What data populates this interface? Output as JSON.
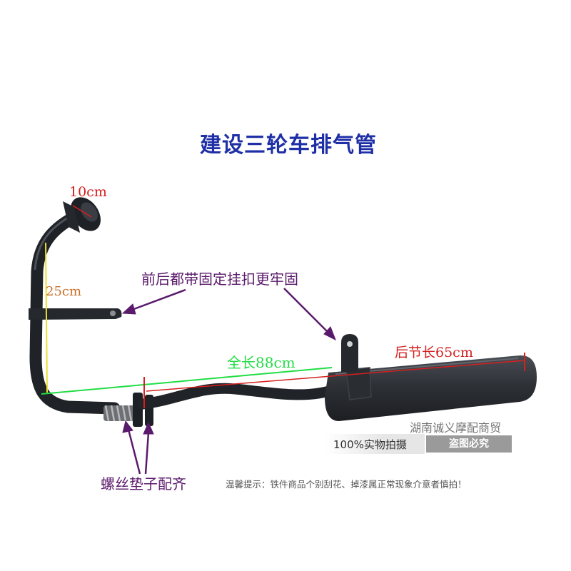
{
  "title": "建设三轮车排气管",
  "labels": {
    "top_diameter": "10cm",
    "height": "25cm",
    "bracket_note": "前后都带固定挂扣更牢固",
    "total_length": "全长88cm",
    "rear_length": "后节长65cm",
    "screw_note": "螺丝垫子配齐"
  },
  "watermark": {
    "shop": "湖南诚义摩配商贸",
    "real_photo": "100%实物拍摄",
    "stamp": "盗图必究",
    "notice": "温馨提示：铁件商品个别刮花、掉漆属正常现象介意者慎拍！"
  },
  "colors": {
    "title": "#1f2fa6",
    "measure_red": "#d42020",
    "measure_orange": "#c8702a",
    "note_purple": "#5a1a6b",
    "pipe_black": "#22252a",
    "muffler": "#2e3136",
    "guide_green": "#22dd44",
    "guide_yellow": "#e8e030"
  }
}
